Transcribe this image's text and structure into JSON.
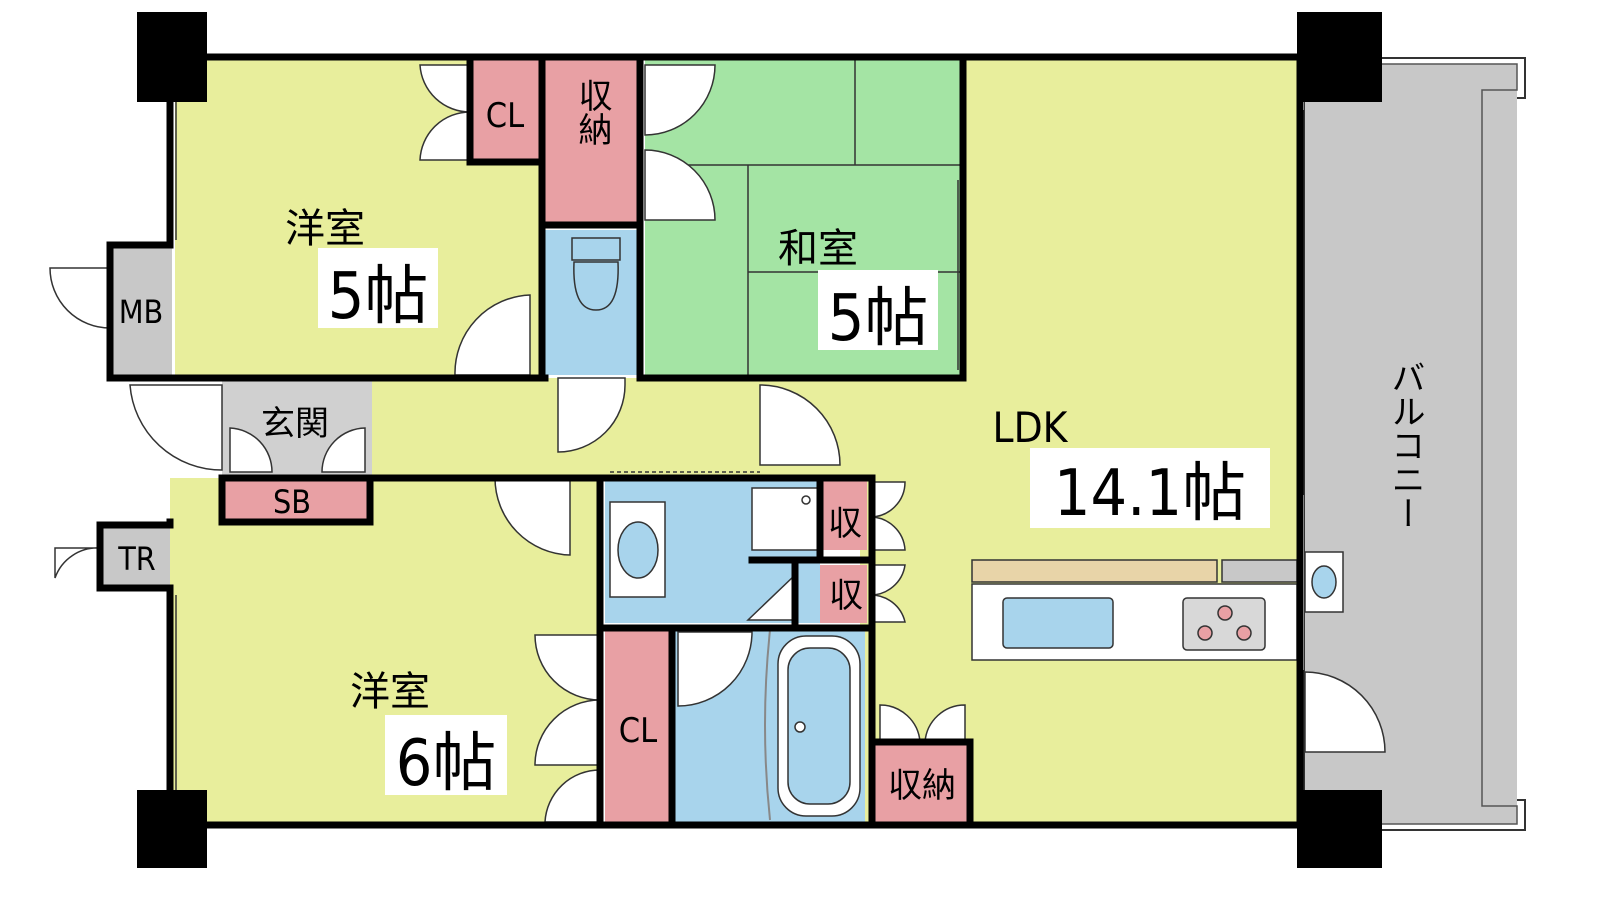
{
  "colors": {
    "room_western": "#e8ee9c",
    "room_japanese": "#a4e4a4",
    "storage": "#e8a0a4",
    "wet_area": "#a8d4ec",
    "balcony": "#c8c8c8",
    "wall": "#000000",
    "counter": "#e8d4a8"
  },
  "rooms": {
    "western_1": {
      "name": "洋室",
      "size": "5帖"
    },
    "western_2": {
      "name": "洋室",
      "size": "6帖"
    },
    "japanese": {
      "name": "和室",
      "size": "5帖"
    },
    "ldk": {
      "name": "LDK",
      "size": "14.1帖"
    },
    "entrance": {
      "name": "玄関"
    },
    "balcony": {
      "name": "バルコニー"
    }
  },
  "labels": {
    "cl_top": "CL",
    "storage_top": "収納",
    "mb": "MB",
    "sb": "SB",
    "tr": "TR",
    "shu_1": "収",
    "shu_2": "収",
    "cl_bottom": "CL",
    "storage_bottom": "収納"
  }
}
